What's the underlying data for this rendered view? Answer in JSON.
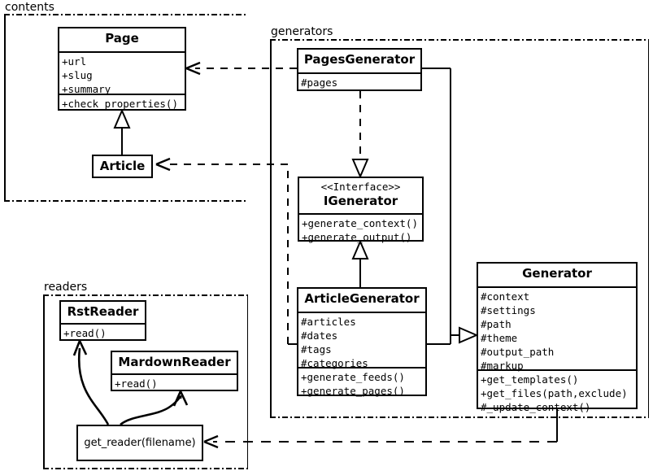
{
  "diagram": {
    "title": "Pelican architecture UML class diagram",
    "type": "uml-class-diagram",
    "background": "#ffffff",
    "stroke": "#000000"
  },
  "packages": [
    {
      "id": "contents",
      "label": "contents"
    },
    {
      "id": "generators",
      "label": "generators"
    },
    {
      "id": "readers",
      "label": "readers"
    }
  ],
  "classes": {
    "page": {
      "name": "Page",
      "attributes": [
        "+url",
        "+slug",
        "+summary"
      ],
      "methods": [
        "+check_properties()"
      ]
    },
    "article": {
      "name": "Article",
      "attributes": [],
      "methods": []
    },
    "pages_generator": {
      "name": "PagesGenerator",
      "attributes": [
        "#pages"
      ],
      "methods": []
    },
    "igenerator": {
      "stereotype": "<<Interface>>",
      "name": "IGenerator",
      "attributes": [],
      "methods": [
        "+generate_context()",
        "+generate_output()"
      ]
    },
    "article_generator": {
      "name": "ArticleGenerator",
      "attributes": [
        "#articles",
        "#dates",
        "#tags",
        "#categories"
      ],
      "methods": [
        "+generate_feeds()",
        "+generate_pages()"
      ]
    },
    "generator": {
      "name": "Generator",
      "attributes": [
        "#context",
        "#settings",
        "#path",
        "#theme",
        "#output_path",
        "#markup"
      ],
      "methods": [
        "+get_templates()",
        "+get_files(path,exclude)",
        "#_update_context()"
      ]
    },
    "rst_reader": {
      "name": "RstReader",
      "attributes": [],
      "methods": [
        "+read()"
      ]
    },
    "mardown_reader": {
      "name": "MardownReader",
      "attributes": [],
      "methods": [
        "+read()"
      ]
    }
  },
  "functions": {
    "get_reader": {
      "label": "get_reader(filename)"
    }
  },
  "relations": [
    {
      "id": "article-inherits-page",
      "from": "Article",
      "to": "Page",
      "kind": "generalization",
      "style": "solid"
    },
    {
      "id": "pagesgenerator-realizes-igenerator",
      "from": "PagesGenerator",
      "to": "IGenerator",
      "kind": "realization",
      "style": "dashed"
    },
    {
      "id": "articlegenerator-inherits-igenerator",
      "from": "ArticleGenerator",
      "to": "IGenerator",
      "kind": "generalization",
      "style": "solid"
    },
    {
      "id": "pagesgenerator-inherits-generator",
      "from": "PagesGenerator",
      "to": "Generator",
      "kind": "generalization",
      "style": "solid"
    },
    {
      "id": "articlegenerator-inherits-generator",
      "from": "ArticleGenerator",
      "to": "Generator",
      "kind": "generalization",
      "style": "solid"
    },
    {
      "id": "pagesgenerator-uses-page",
      "from": "PagesGenerator",
      "to": "Page",
      "kind": "dependency",
      "style": "dashed"
    },
    {
      "id": "articlegenerator-uses-article",
      "from": "ArticleGenerator",
      "to": "Article",
      "kind": "dependency",
      "style": "dashed"
    },
    {
      "id": "generator-uses-get_reader",
      "from": "Generator",
      "to": "get_reader(filename)",
      "kind": "dependency",
      "style": "dashed"
    },
    {
      "id": "get_reader-creates-rstreader",
      "from": "get_reader(filename)",
      "to": "RstReader",
      "kind": "create",
      "style": "curved-solid"
    },
    {
      "id": "get_reader-creates-mardownreader",
      "from": "get_reader(filename)",
      "to": "MardownReader",
      "kind": "create",
      "style": "curved-solid"
    }
  ]
}
